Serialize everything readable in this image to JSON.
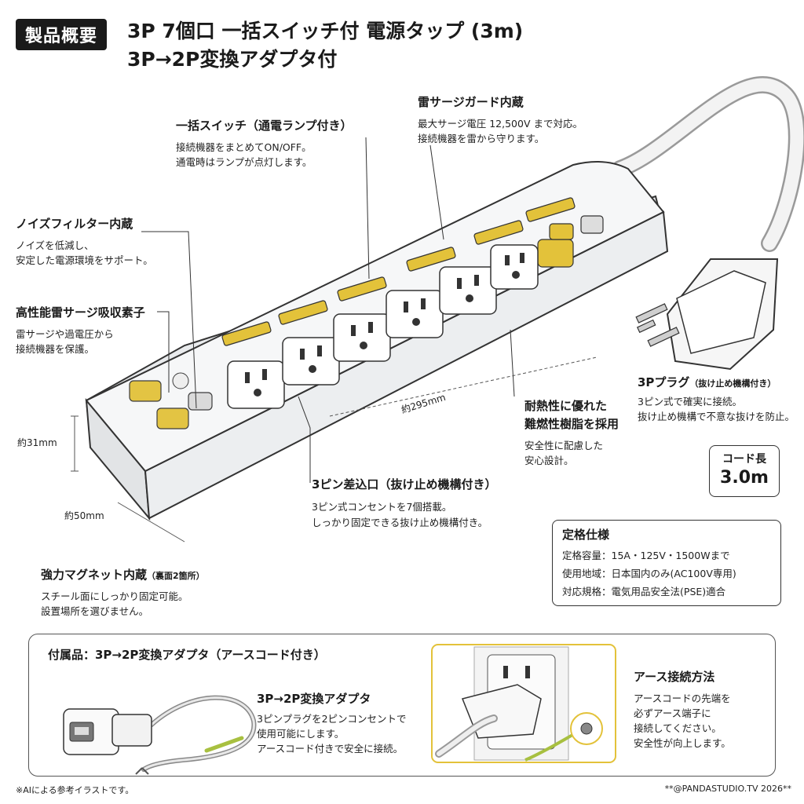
{
  "header": {
    "badge": "製品概要",
    "title_line1": "3P 7個口 一括スイッチ付 電源タップ (3m)",
    "title_line2": "3P→2P変換アダプタ付"
  },
  "callouts": {
    "surge_guard": {
      "title": "雷サージガード内蔵",
      "line1": "最大サージ電圧 12,500V まで対応。",
      "line2": "接続機器を雷から守ります。"
    },
    "switch": {
      "title": "一括スイッチ（通電ランプ付き）",
      "line1": "接続機器をまとめてON/OFF。",
      "line2": "通電時はランプが点灯します。"
    },
    "noise_filter": {
      "title": "ノイズフィルター内蔵",
      "line1": "ノイズを低減し、",
      "line2": "安定した電源環境をサポート。"
    },
    "surge_absorber": {
      "title": "高性能雷サージ吸収素子",
      "line1": "雷サージや過電圧から",
      "line2": "接続機器を保護。"
    },
    "plug": {
      "title": "3Pプラグ",
      "title_sub": "（抜け止め機構付き）",
      "line1": "3ピン式で確実に接続。",
      "line2": "抜け止め機構で不意な抜けを防止。"
    },
    "resin": {
      "title_line1": "耐熱性に優れた",
      "title_line2": "難燃性樹脂を採用",
      "line1": "安全性に配慮した",
      "line2": "安心設計。"
    },
    "outlets": {
      "title": "3ピン差込口（抜け止め機構付き）",
      "line1": "3ピン式コンセントを7個搭載。",
      "line2": "しっかり固定できる抜け止め機構付き。"
    },
    "magnet": {
      "title": "強力マグネット内蔵",
      "title_sub": "（裏面2箇所）",
      "line1": "スチール面にしっかり固定可能。",
      "line2": "設置場所を選びません。"
    }
  },
  "dimensions": {
    "length": "約295mm",
    "height": "約31mm",
    "width": "約50mm"
  },
  "cord": {
    "label": "コード長",
    "value": "3.0m"
  },
  "specs": {
    "title": "定格仕様",
    "rows": [
      {
        "key": "定格容量",
        "value": "15A・125V・1500Wまで"
      },
      {
        "key": "使用地域",
        "value": "日本国内のみ(AC100V専用)"
      },
      {
        "key": "対応規格",
        "value": "電気用品安全法(PSE)適合"
      }
    ]
  },
  "accessory": {
    "title": "付属品：3P→2P変換アダプタ（アースコード付き）",
    "adapter_title": "3P→2P変換アダプタ",
    "adapter_line1": "3ピンプラグを2ピンコンセントで",
    "adapter_line2": "使用可能にします。",
    "adapter_line3": "アースコード付きで安全に接続。",
    "earth_title": "アース接続方法",
    "earth_line1": "アースコードの先端を",
    "earth_line2": "必ずアース端子に",
    "earth_line3": "接続してください。",
    "earth_line4": "安全性が向上します。"
  },
  "footer": {
    "note": "※AIによる参考イラストです。",
    "credit": "**@PANDASTUDIO.TV 2026**"
  },
  "colors": {
    "accent_yellow": "#e3c23a",
    "outline": "#333333",
    "body": "#f4f5f6"
  }
}
